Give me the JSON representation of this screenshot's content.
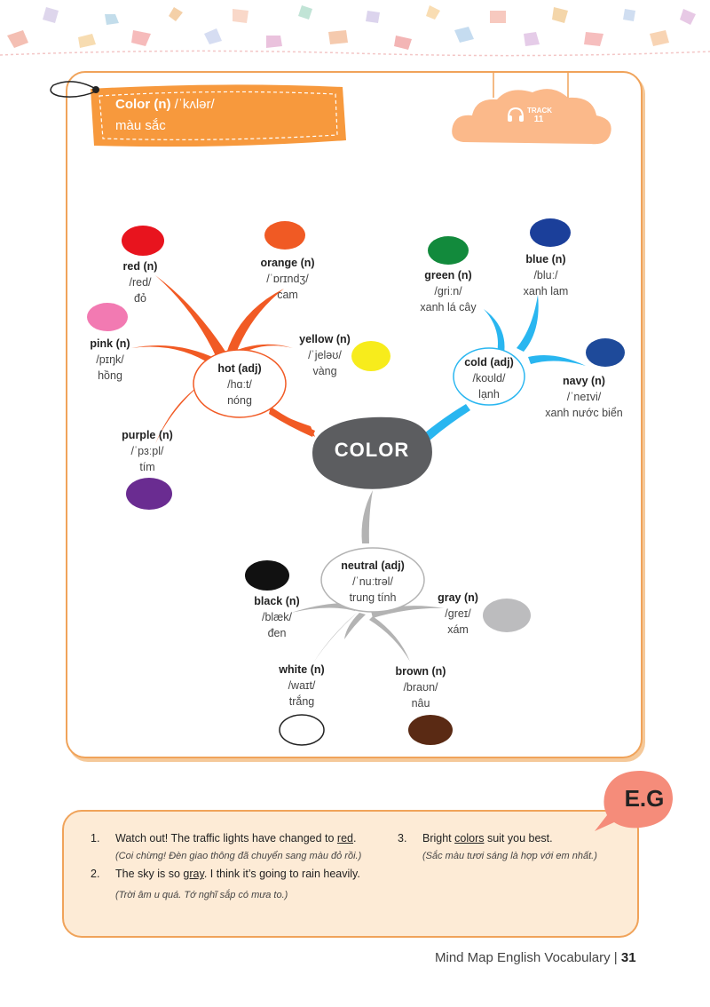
{
  "title_tag": {
    "word": "Color (n)",
    "ipa": "/ˈkʌlər/",
    "meaning": "màu sắc"
  },
  "track": {
    "label": "TRACK",
    "number": "11"
  },
  "center": {
    "label": "COLOR"
  },
  "groups": {
    "hot": {
      "word": "hot (adj)",
      "ipa": "/hɑːt/",
      "meaning": "nóng"
    },
    "cold": {
      "word": "cold (adj)",
      "ipa": "/koʊld/",
      "meaning": "lạnh"
    },
    "neutral": {
      "word": "neutral (adj)",
      "ipa": "/ˈnuːtrəl/",
      "meaning": "trung tính"
    }
  },
  "colors": {
    "red": {
      "word": "red (n)",
      "ipa": "/red/",
      "meaning": "đỏ",
      "swatch": "#e8141e"
    },
    "orange": {
      "word": "orange (n)",
      "ipa": "/ˈɒrɪndʒ/",
      "meaning": "cam",
      "swatch": "#f05a24"
    },
    "pink": {
      "word": "pink (n)",
      "ipa": "/pɪŋk/",
      "meaning": "hồng",
      "swatch": "#f27ab2"
    },
    "yellow": {
      "word": "yellow (n)",
      "ipa": "/ˈjeləʊ/",
      "meaning": "vàng",
      "swatch": "#f7ec1c"
    },
    "purple": {
      "word": "purple (n)",
      "ipa": "/ˈpɜːpl/",
      "meaning": "tím",
      "swatch": "#6a2c91"
    },
    "green": {
      "word": "green (n)",
      "ipa": "/ɡriːn/",
      "meaning": "xanh lá cây",
      "swatch": "#128a3c"
    },
    "blue": {
      "word": "blue (n)",
      "ipa": "/bluː/",
      "meaning": "xanh lam",
      "swatch": "#1b3f9a"
    },
    "navy": {
      "word": "navy (n)",
      "ipa": "/ˈneɪvi/",
      "meaning": "xanh nước biển",
      "swatch": "#1e4a9a"
    },
    "black": {
      "word": "black (n)",
      "ipa": "/blæk/",
      "meaning": "đen",
      "swatch": "#111111"
    },
    "gray": {
      "word": "gray (n)",
      "ipa": "/ɡreɪ/",
      "meaning": "xám",
      "swatch": "#bcbcbe"
    },
    "white": {
      "word": "white (n)",
      "ipa": "/waɪt/",
      "meaning": "trắng",
      "swatch": "#ffffff"
    },
    "brown": {
      "word": "brown (n)",
      "ipa": "/braʊn/",
      "meaning": "nâu",
      "swatch": "#5a2a14"
    }
  },
  "eg": {
    "label": "E.G",
    "items": [
      {
        "num": "1.",
        "before": "Watch out! The traffic lights have changed to ",
        "key": "red",
        "after": ".",
        "translation": "(Coi chừng! Đèn giao thông đã chuyển sang màu đỏ rồi.)"
      },
      {
        "num": "2.",
        "before": "The sky is so ",
        "key": "gray",
        "after": ". I think it’s going to rain heavily.",
        "translation": "(Trời âm u quá. Tớ nghĩ sắp có mưa to.)"
      },
      {
        "num": "3.",
        "before": "Bright ",
        "key": "colors",
        "after": " suit you best.",
        "translation": "(Sắc màu tươi sáng là hợp với em nhất.)"
      }
    ]
  },
  "footer": {
    "title": "Mind Map English Vocabulary",
    "page": "31"
  },
  "palette": {
    "hot": "#f15a24",
    "cold": "#29b6f0",
    "neutral": "#b3b3b3",
    "center": "#5c5d60",
    "accent": "#f0a35a",
    "tag": "#f7993d"
  }
}
